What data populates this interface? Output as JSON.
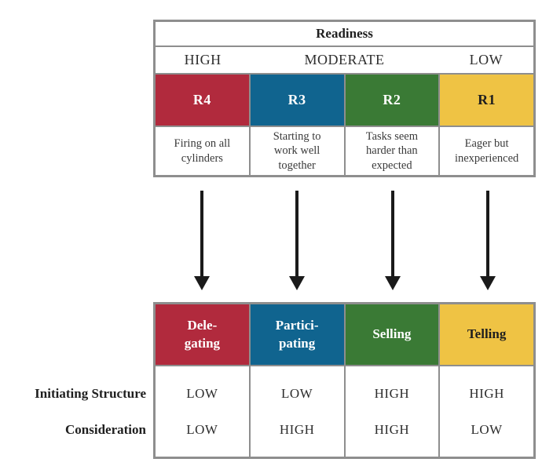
{
  "colors": {
    "red": "#B12A3D",
    "blue": "#10648F",
    "green": "#3A7A35",
    "yellow": "#EFC344",
    "grid_border_gray": "#8E8E8E",
    "arrow_black": "#1A1A1A"
  },
  "readiness_table": {
    "title": "Readiness",
    "levels": [
      {
        "label": "HIGH"
      },
      {
        "label": "MODERATE"
      },
      {
        "label": "LOW"
      }
    ],
    "cells": [
      {
        "code": "R4",
        "color": "#B12A3D",
        "text_color": "#FFFFFF",
        "description": "Firing on all\ncylinders"
      },
      {
        "code": "R3",
        "color": "#10648F",
        "text_color": "#FFFFFF",
        "description": "Starting to\nwork well\ntogether"
      },
      {
        "code": "R2",
        "color": "#3A7A35",
        "text_color": "#FFFFFF",
        "description": "Tasks seem\nharder than\nexpected"
      },
      {
        "code": "R1",
        "color": "#EFC344",
        "text_color": "#1F1F1F",
        "description": "Eager but\ninexperienced"
      }
    ]
  },
  "styles_table": {
    "headers": [
      {
        "label": "Dele-\ngating",
        "color": "#B12A3D",
        "text_color": "#FFFFFF"
      },
      {
        "label": "Partici-\npating",
        "color": "#10648F",
        "text_color": "#FFFFFF"
      },
      {
        "label": "Selling",
        "color": "#3A7A35",
        "text_color": "#FFFFFF"
      },
      {
        "label": "Telling",
        "color": "#EFC344",
        "text_color": "#1F1F1F"
      }
    ],
    "rows": [
      {
        "label": "Initiating Structure",
        "values": [
          "LOW",
          "LOW",
          "HIGH",
          "HIGH"
        ]
      },
      {
        "label": "Consideration",
        "values": [
          "LOW",
          "HIGH",
          "HIGH",
          "LOW"
        ]
      }
    ]
  }
}
